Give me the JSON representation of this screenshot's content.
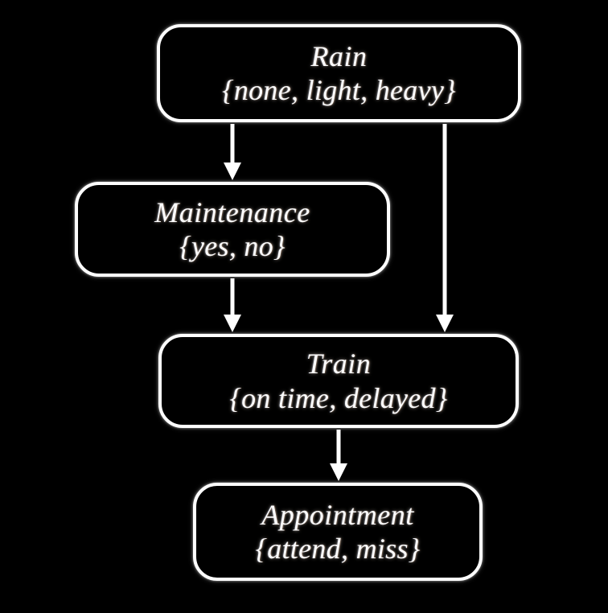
{
  "diagram": {
    "type": "bayesian-network",
    "background_color": "#000000",
    "node_border_color": "#ffffff",
    "text_color": "#ffffff",
    "edge_color": "#ffffff",
    "nodes": [
      {
        "id": "rain",
        "title": "Rain",
        "states": "{none, light, heavy}",
        "state_list": [
          "none",
          "light",
          "heavy"
        ]
      },
      {
        "id": "maintenance",
        "title": "Maintenance",
        "states": "{yes, no}",
        "state_list": [
          "yes",
          "no"
        ]
      },
      {
        "id": "train",
        "title": "Train",
        "states": "{on time, delayed}",
        "state_list": [
          "on time",
          "delayed"
        ]
      },
      {
        "id": "appointment",
        "title": "Appointment",
        "states": "{attend, miss}",
        "state_list": [
          "attend",
          "miss"
        ]
      }
    ],
    "edges": [
      {
        "id": "rain-maintenance",
        "from": "Rain",
        "to": "Maintenance"
      },
      {
        "id": "rain-train",
        "from": "Rain",
        "to": "Train"
      },
      {
        "id": "maintenance-train",
        "from": "Maintenance",
        "to": "Train"
      },
      {
        "id": "train-appointment",
        "from": "Train",
        "to": "Appointment"
      }
    ]
  }
}
